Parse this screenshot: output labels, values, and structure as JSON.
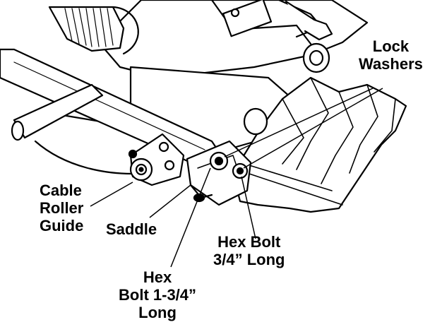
{
  "colors": {
    "ink": "#000000",
    "paper": "#ffffff"
  },
  "labels": {
    "lock_washers": [
      "Lock",
      "Washers"
    ],
    "cable_roller_guide": [
      "Cable",
      "Roller",
      "Guide"
    ],
    "saddle": "Saddle",
    "hex_bolt_short": [
      "Hex Bolt",
      "3/4” Long"
    ],
    "hex_bolt_long": [
      "Hex",
      "Bolt 1-3/4”",
      "Long"
    ]
  }
}
